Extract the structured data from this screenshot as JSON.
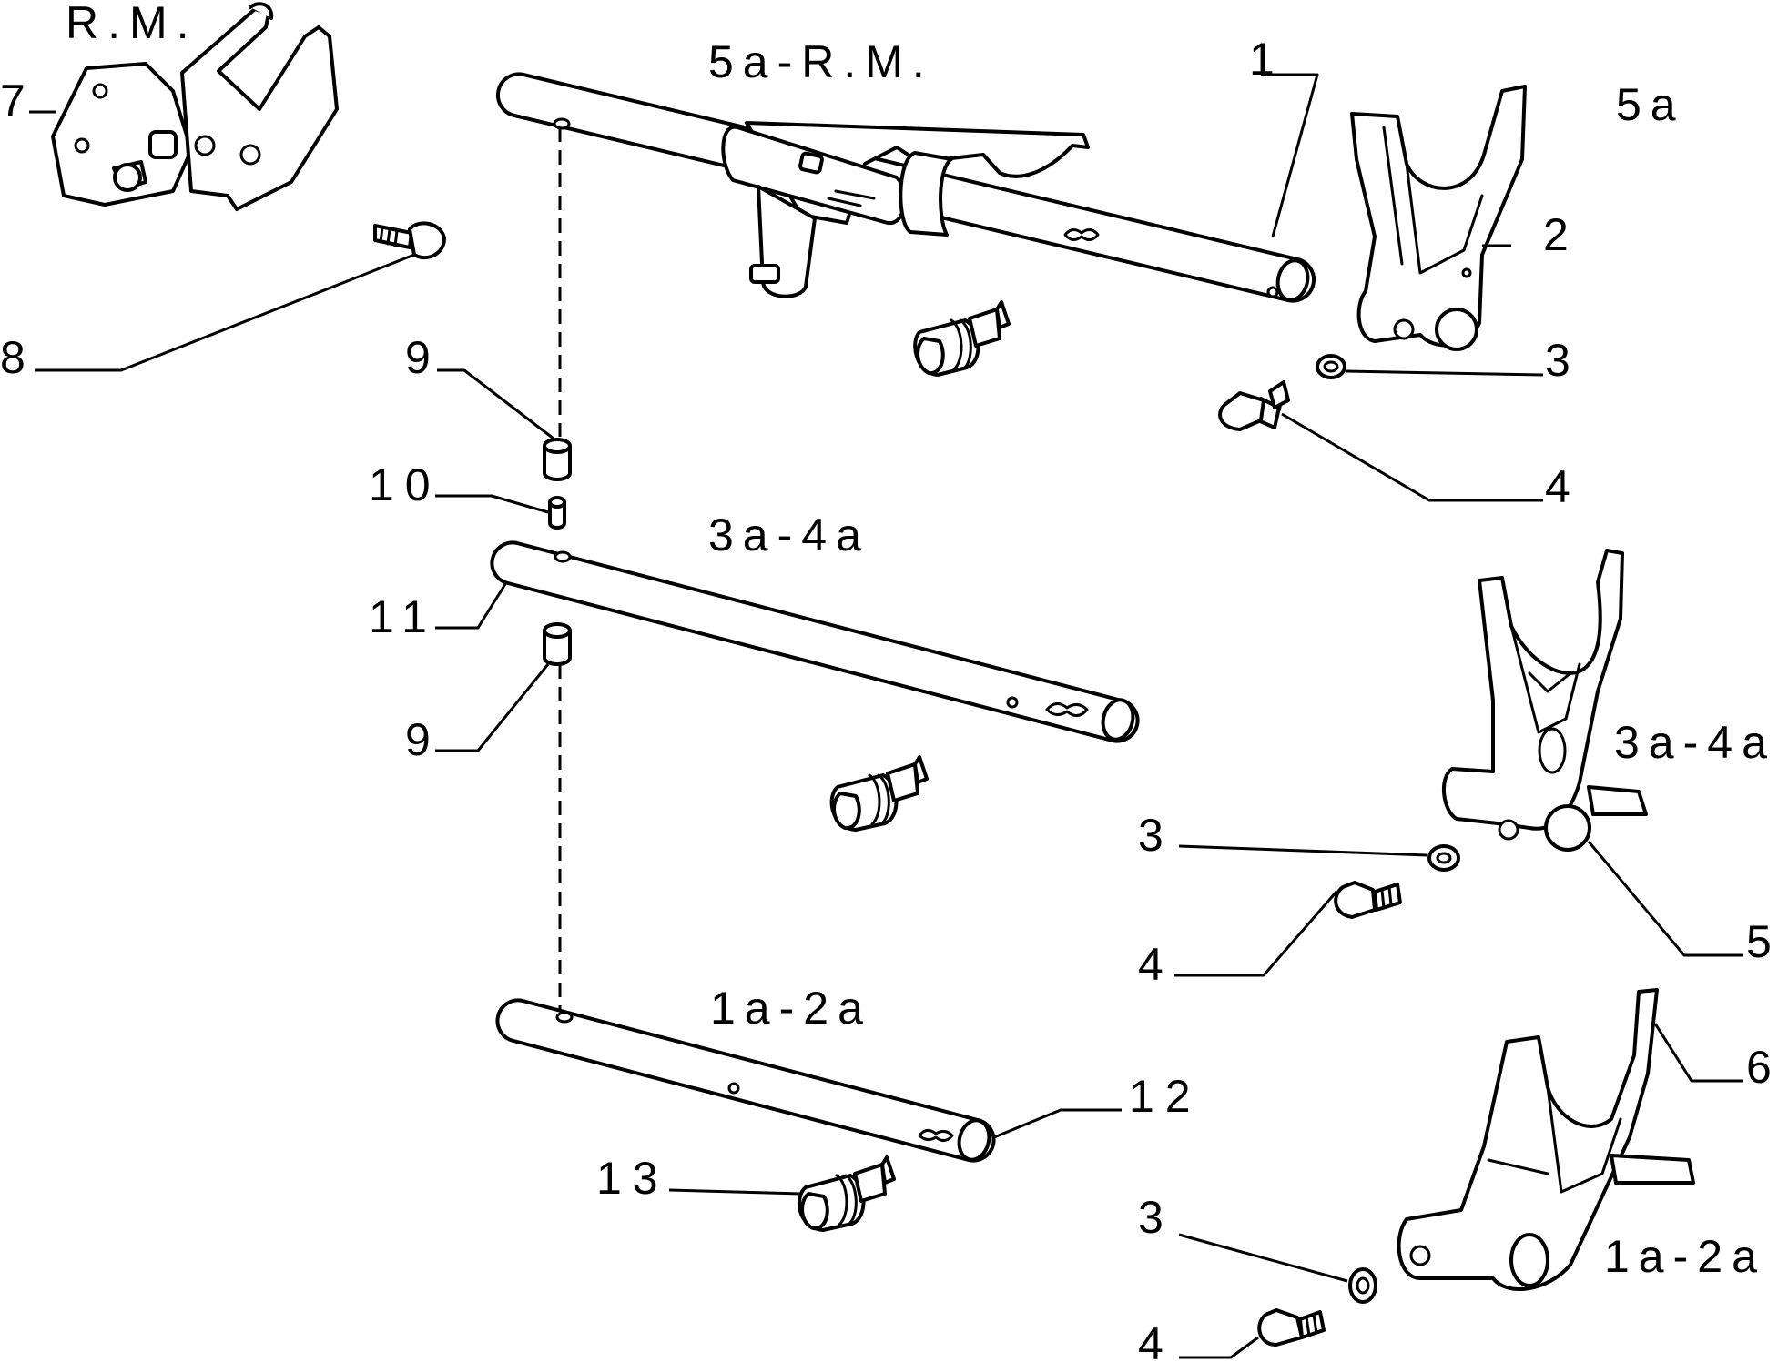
{
  "gears": {
    "rm_lever": "R.M.",
    "shaft_top": "5a-R.M.",
    "fork_5": "5a",
    "shaft_mid": "3a-4a",
    "fork_34": "3a-4a",
    "shaft_bot": "1a-2a",
    "fork_12": "1a-2a"
  },
  "callouts": {
    "c1": "1",
    "c2": "2",
    "c3a": "3",
    "c3b": "3",
    "c3c": "3",
    "c4a": "4",
    "c4b": "4",
    "c4c": "4",
    "c5": "5",
    "c6": "6",
    "c7": "7",
    "c8": "8",
    "c9a": "9",
    "c9b": "9",
    "c10": "10",
    "c11": "11",
    "c12": "12",
    "c13": "13"
  }
}
